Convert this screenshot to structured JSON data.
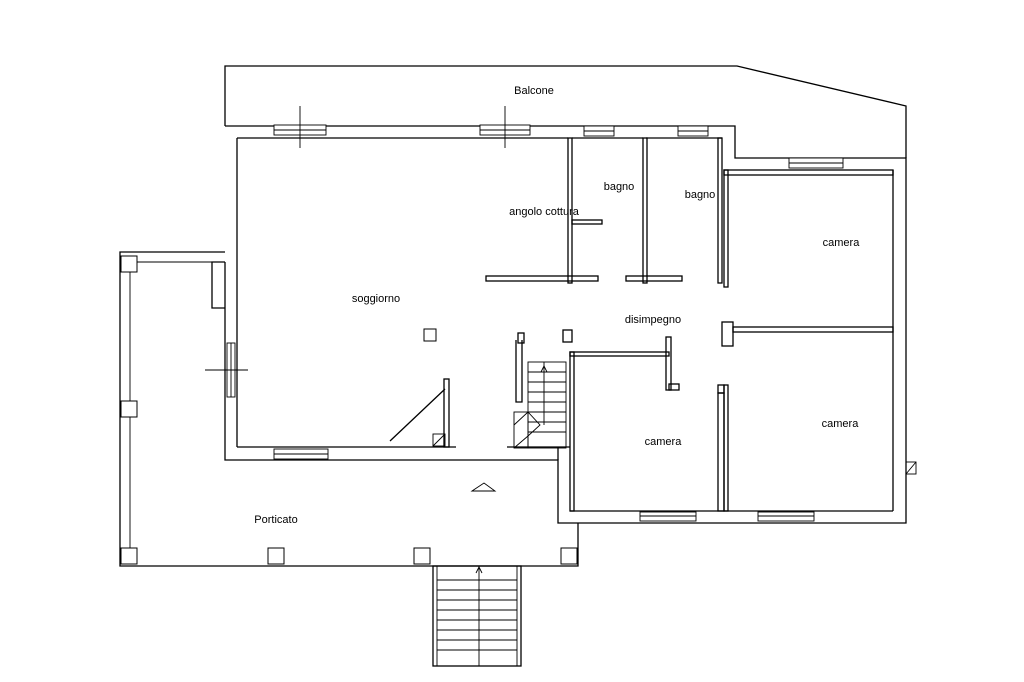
{
  "rooms": {
    "balcone": "Balcone",
    "soggiorno": "soggiorno",
    "angolo_cottura": "angolo cottura",
    "bagno_1": "bagno",
    "bagno_2": "bagno",
    "camera_top_right": "camera",
    "disimpegno": "disimpegno",
    "camera_bottom_mid": "camera",
    "camera_bottom_right": "camera",
    "porticato": "Porticato"
  },
  "colors": {
    "line": "#000000",
    "background": "#ffffff"
  }
}
